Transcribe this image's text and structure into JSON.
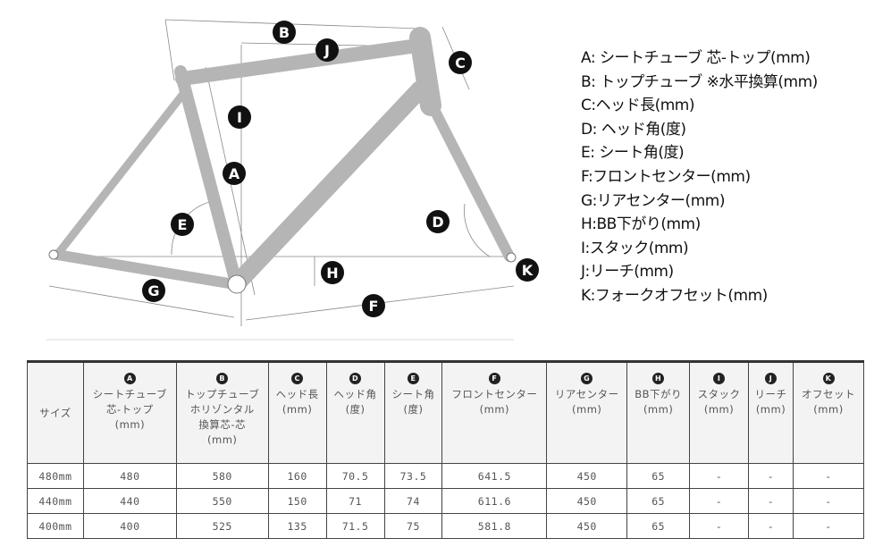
{
  "diagram": {
    "markers": {
      "A": "A",
      "B": "B",
      "C": "C",
      "D": "D",
      "E": "E",
      "F": "F",
      "G": "G",
      "H": "H",
      "I": "I",
      "J": "J",
      "K": "K"
    }
  },
  "legend": [
    "A: シートチューブ 芯-トップ(mm)",
    "B: トップチューブ ※水平換算(mm)",
    "C:ヘッド長(mm)",
    "D: ヘッド角(度)",
    "E: シート角(度)",
    "F:フロントセンター(mm)",
    "G:リアセンター(mm)",
    "H:BB下がり(mm)",
    "I:スタック(mm)",
    "J:リーチ(mm)",
    "K:フォークオフセット(mm)"
  ],
  "table": {
    "headers": [
      {
        "badge": "",
        "lines": [
          "サイズ"
        ]
      },
      {
        "badge": "A",
        "lines": [
          "シートチューブ",
          "芯-トップ",
          "(mm)"
        ]
      },
      {
        "badge": "B",
        "lines": [
          "トップチューブ",
          "ホリゾンタル",
          "換算芯-芯",
          "(mm)"
        ]
      },
      {
        "badge": "C",
        "lines": [
          "ヘッド長",
          "(mm)"
        ]
      },
      {
        "badge": "D",
        "lines": [
          "ヘッド角",
          "(度)"
        ]
      },
      {
        "badge": "E",
        "lines": [
          "シート角",
          "(度)"
        ]
      },
      {
        "badge": "F",
        "lines": [
          "フロントセンター",
          "(mm)"
        ]
      },
      {
        "badge": "G",
        "lines": [
          "リアセンター",
          "(mm)"
        ]
      },
      {
        "badge": "H",
        "lines": [
          "BB下がり",
          "(mm)"
        ]
      },
      {
        "badge": "I",
        "lines": [
          "スタック",
          "(mm)"
        ]
      },
      {
        "badge": "J",
        "lines": [
          "リーチ",
          "(mm)"
        ]
      },
      {
        "badge": "K",
        "lines": [
          "オフセット",
          "(mm)"
        ]
      }
    ],
    "rows": [
      [
        "480mm",
        "480",
        "580",
        "160",
        "70.5",
        "73.5",
        "641.5",
        "450",
        "65",
        "-",
        "-",
        "-"
      ],
      [
        "440mm",
        "440",
        "550",
        "150",
        "71",
        "74",
        "611.6",
        "450",
        "65",
        "-",
        "-",
        "-"
      ],
      [
        "400mm",
        "400",
        "525",
        "135",
        "71.5",
        "75",
        "581.8",
        "450",
        "65",
        "-",
        "-",
        "-"
      ]
    ]
  }
}
